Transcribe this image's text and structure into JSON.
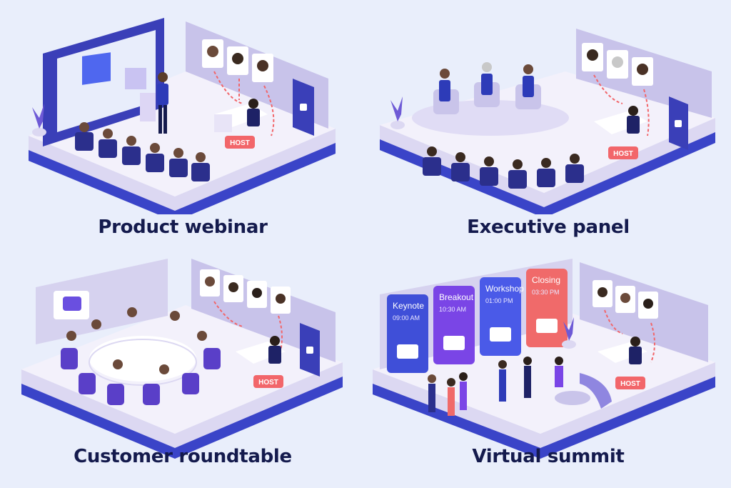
{
  "scenes": [
    {
      "id": "webinar",
      "caption": "Product webinar",
      "host_badge": "HOST"
    },
    {
      "id": "panel",
      "caption": "Executive panel",
      "host_badge": "HOST"
    },
    {
      "id": "roundtable",
      "caption": "Customer roundtable",
      "host_badge": "HOST"
    },
    {
      "id": "summit",
      "caption": "Virtual summit",
      "host_badge": "HOST"
    }
  ],
  "summit_agenda": [
    {
      "title": "Keynote",
      "time": "09:00 AM",
      "color": "#3f4fd8",
      "icon": "person-icon"
    },
    {
      "title": "Breakout",
      "time": "10:30 AM",
      "color": "#7a45e6",
      "icon": "group-icon"
    },
    {
      "title": "Workshop",
      "time": "01:00 PM",
      "color": "#4a5ae8",
      "icon": "play-icon"
    },
    {
      "title": "Closing",
      "time": "03:30 PM",
      "color": "#f06a6a",
      "icon": "star-icon"
    }
  ],
  "colors": {
    "brand": "#3a44c8",
    "accent": "#7a5cf0",
    "host": "#f2666a",
    "floor": "#f3f1fb",
    "wall": "#c8c3ea"
  }
}
